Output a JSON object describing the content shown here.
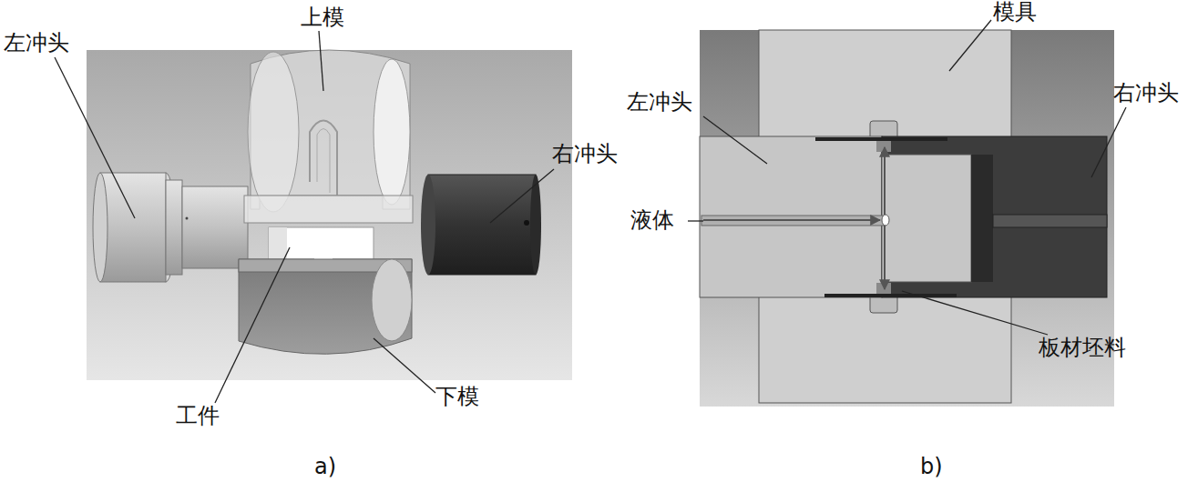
{
  "diagram": {
    "labels": [
      "上模",
      "左冲头",
      "右冲头",
      "工件",
      "下模",
      "a)",
      "模具",
      "左冲头",
      "右冲头",
      "液体",
      "板材坯料",
      "b)"
    ]
  }
}
